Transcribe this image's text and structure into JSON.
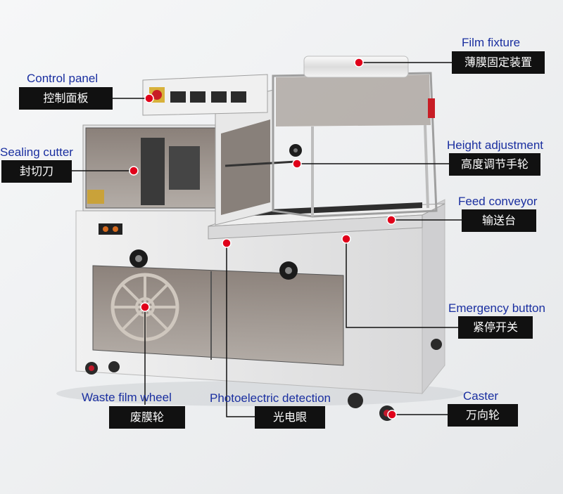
{
  "colors": {
    "callout_line": "#111111",
    "marker_dot": "#e0001a",
    "english_text": "#1a2fa0",
    "box_bg": "#111111",
    "box_text": "#ffffff",
    "machine_body": "#e9e9ea",
    "window_tint": "#8a7f76"
  },
  "callouts": [
    {
      "id": "film-fixture",
      "en": "Film fixture",
      "cn": "薄膜固定装置"
    },
    {
      "id": "control-panel",
      "en": "Control panel",
      "cn": "控制面板"
    },
    {
      "id": "sealing-cutter",
      "en": "Sealing cutter",
      "cn": "封切刀"
    },
    {
      "id": "height-adjustment",
      "en": "Height adjustment",
      "cn": "高度调节手轮"
    },
    {
      "id": "feed-conveyor",
      "en": "Feed conveyor",
      "cn": "输送台"
    },
    {
      "id": "emergency-button",
      "en": "Emergency button",
      "cn": "紧停开关"
    },
    {
      "id": "waste-film-wheel",
      "en": "Waste film wheel",
      "cn": "废膜轮"
    },
    {
      "id": "photoelectric-detection",
      "en": "Photoelectric detection",
      "cn": "光电眼"
    },
    {
      "id": "caster",
      "en": "Caster",
      "cn": "万向轮"
    }
  ]
}
